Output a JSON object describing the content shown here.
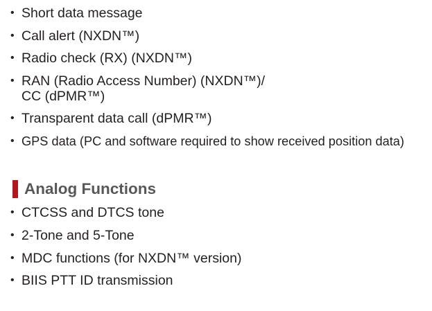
{
  "digital_functions": {
    "bullet": "•",
    "items": [
      "Short data message",
      "Call alert (NXDN™)",
      "Radio check (RX) (NXDN™)",
      [
        "RAN (Radio Access Number) (NXDN™)/",
        "CC (dPMR™)"
      ],
      "Transparent data call (dPMR™)",
      "GPS data (PC and software required to show received position data)"
    ]
  },
  "analog_functions": {
    "heading": "Analog Functions",
    "accent_color": "#b0171f",
    "bullet": "•",
    "items": [
      "CTCSS and DTCS tone",
      "2-Tone and 5-Tone",
      "MDC functions (for NXDN™ version)",
      "BIIS PTT ID transmission"
    ]
  }
}
